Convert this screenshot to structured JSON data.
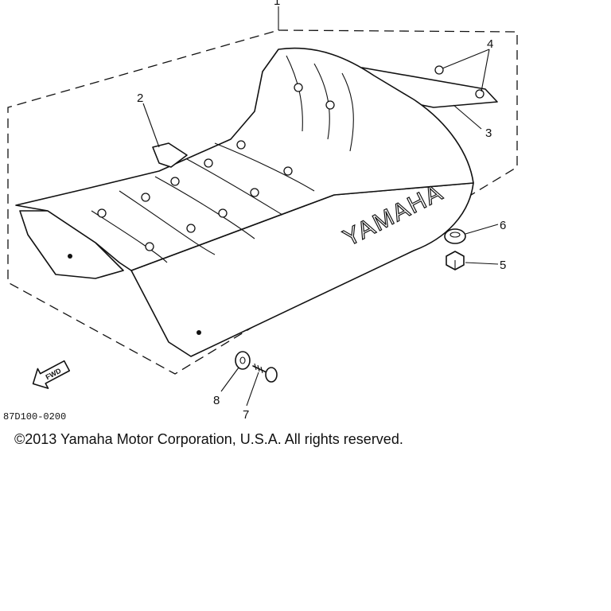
{
  "callouts": {
    "top": "1",
    "strap": "2",
    "bracket": "3",
    "bolts": "4",
    "nut": "5",
    "grommet": "6",
    "screw": "7",
    "washer": "8"
  },
  "seat_brand": "YAMAHA",
  "fwd_label": "FWD",
  "part_code": "87D100-0200",
  "copyright": "©2013 Yamaha Motor Corporation, U.S.A. All rights reserved."
}
